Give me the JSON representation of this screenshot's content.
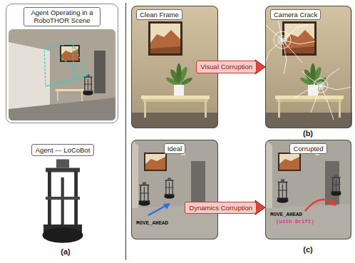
{
  "diagram": {
    "nodes": [
      {
        "text": [
          "Agent Operating in a RoboTHOR Scene"
        ]
      },
      {
        "text": [
          "Agent — LoCoBot"
        ]
      },
      {
        "text": [
          "Clean Frame"
        ]
      },
      {
        "text": [
          "Camera Crack"
        ]
      },
      {
        "text": [
          "Ideal",
          "MOVE_AHEAD"
        ]
      },
      {
        "text": [
          "Corrupted",
          "MOVE_AHEAD",
          "(with Drift)"
        ]
      }
    ],
    "edges": [
      {
        "from": 2,
        "to": 3,
        "arrow": "to",
        "label": "Visual Corruption"
      },
      {
        "from": 4,
        "to": 5,
        "arrow": "to",
        "label": "Dynamics Corruption"
      }
    ],
    "labels": [
      "(a)",
      "(b)",
      "(c)"
    ]
  }
}
